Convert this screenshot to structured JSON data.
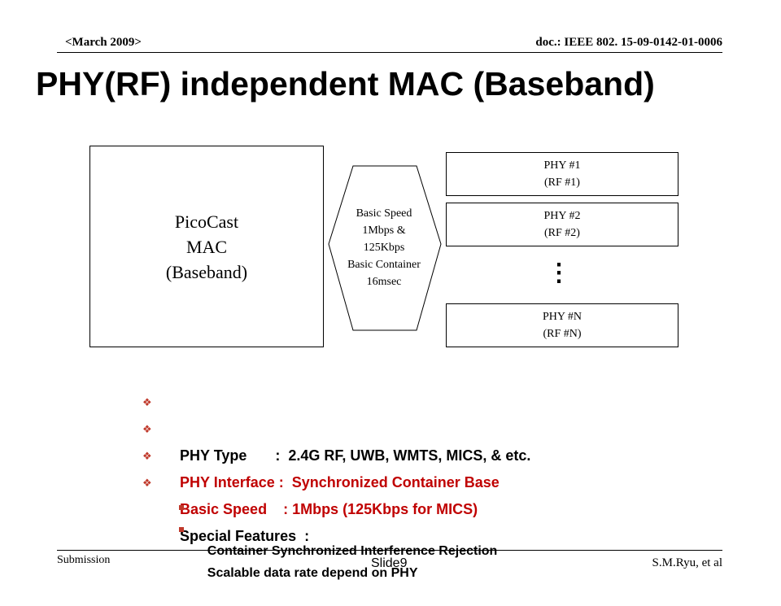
{
  "header": {
    "date": "<March 2009>",
    "doc_id": "doc.: IEEE 802. 15-09-0142-01-0006"
  },
  "title": "PHY(RF) independent MAC (Baseband)",
  "diagram": {
    "mac_box": [
      "PicoCast",
      "MAC",
      "(Baseband)"
    ],
    "channel": [
      "Basic Speed",
      "1Mbps &",
      "125Kbps",
      "Basic Container",
      "16msec"
    ],
    "phy_boxes": [
      {
        "line1": "PHY #1",
        "line2": "(RF #1)"
      },
      {
        "line1": "PHY #2",
        "line2": "(RF #2)"
      },
      {
        "line1": "PHY #N",
        "line2": "(RF #N)"
      }
    ],
    "ellipsis": "⋮"
  },
  "bullets": [
    {
      "text": "PHY Type       :  2.4G RF, UWB, WMTS, MICS, & etc.",
      "color": "#000000"
    },
    {
      "text": "PHY Interface :  Synchronized Container Base",
      "color": "#c00000"
    },
    {
      "text": "Basic Speed    : 1Mbps (125Kbps for MICS)",
      "color": "#c00000"
    },
    {
      "text": "Special Features  :",
      "color": "#000000"
    }
  ],
  "sub_bullets": [
    "Container Synchronized Interference Rejection",
    "Scalable data rate depend on PHY"
  ],
  "bullet_marker": "❖",
  "footer": {
    "left": "Submission",
    "center": "Slide9",
    "right": "S.M.Ryu, et al"
  }
}
